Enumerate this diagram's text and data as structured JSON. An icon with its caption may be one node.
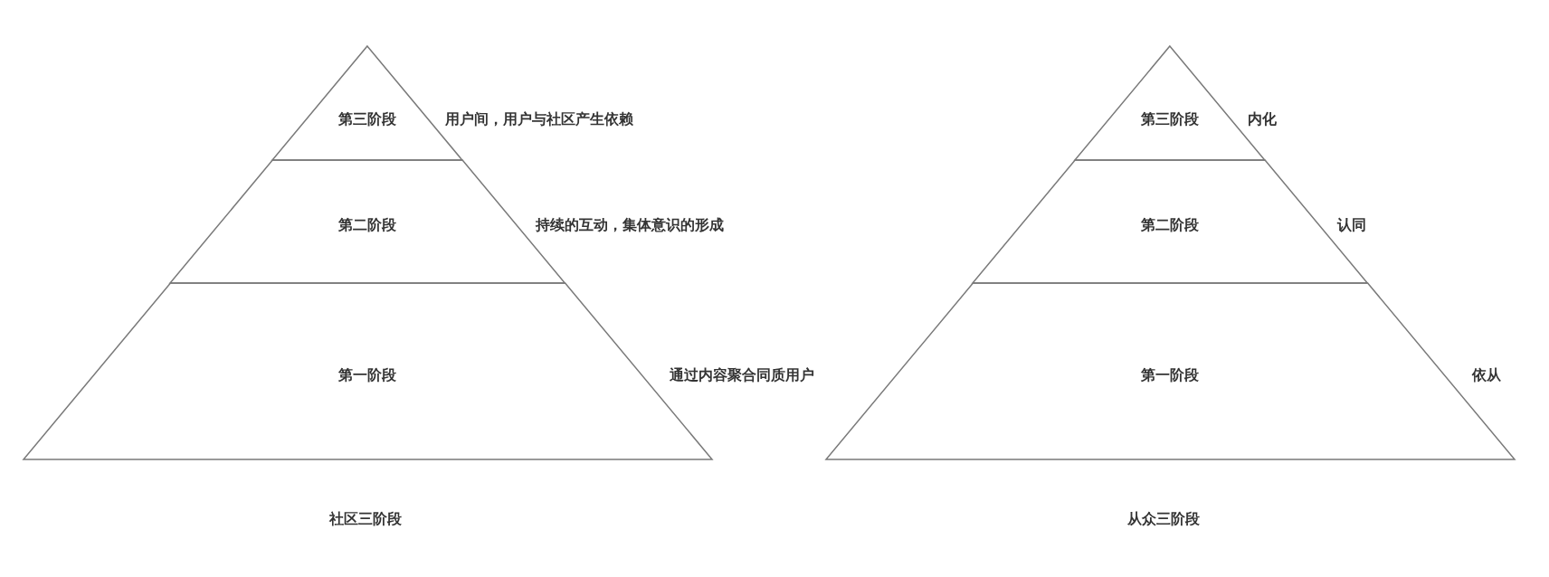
{
  "diagram": {
    "nodes": [
      {
        "text": [
          "第三阶段"
        ],
        "beside": [
          "用户间，用户与社区产生依赖"
        ]
      },
      {
        "text": [
          "第二阶段"
        ],
        "beside": [
          "持续的互动，集体意识的形成"
        ]
      },
      {
        "text": [
          "第一阶段"
        ],
        "beside": [
          "通过内容聚合同质用户"
        ]
      },
      {
        "text": [
          "第三阶段"
        ],
        "beside": [
          "内化"
        ]
      },
      {
        "text": [
          "第二阶段"
        ],
        "beside": [
          "认同"
        ]
      },
      {
        "text": [
          "第一阶段"
        ],
        "beside": [
          "依从"
        ]
      }
    ],
    "labels": [
      "社区三阶段",
      "从众三阶段"
    ]
  }
}
